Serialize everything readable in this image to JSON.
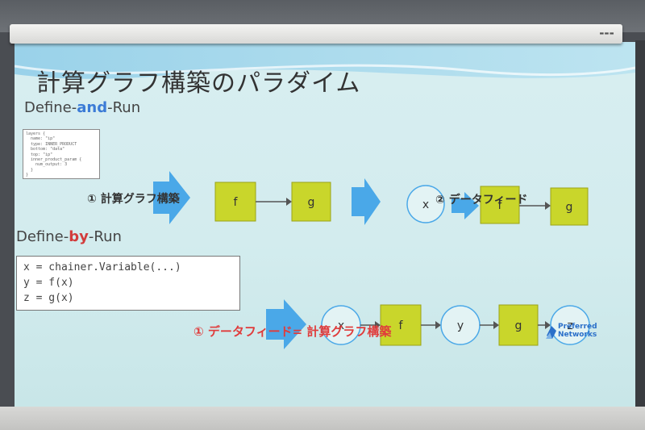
{
  "slide": {
    "title": "計算グラフ構築のパラダイム",
    "define_and_run": {
      "prefix": "Define-",
      "keyword": "and",
      "suffix": "-Run",
      "code_lines": "layers {\n  name: \"ip\"\n  type: INNER_PRODUCT\n  bottom: \"data\"\n  top: \"ip\"\n  inner_product_param {\n    num_output: 3\n  }\n}",
      "nodes": {
        "f": "f",
        "g": "g",
        "x": "x",
        "f2": "f",
        "g2": "g"
      },
      "caption_build": "① 計算グラフ構築",
      "caption_feed": "② データフィード"
    },
    "define_by_run": {
      "prefix": "Define-",
      "keyword": "by",
      "suffix": "-Run",
      "code_lines": "x = chainer.Variable(...)\ny = f(x)\nz = g(x)",
      "nodes": {
        "x": "x",
        "f": "f",
        "y": "y",
        "g": "g",
        "z": "z"
      },
      "caption": "① データフィード= 計算グラフ構築"
    },
    "logo_text_1": "Preferred",
    "logo_text_2": "Networks",
    "colors": {
      "box_fill": "#c9d62b",
      "arrow_fill": "#4aa8e8",
      "circle_stroke": "#4aa8e8",
      "and_color": "#3b7bd6",
      "by_color": "#d23c3c"
    }
  }
}
